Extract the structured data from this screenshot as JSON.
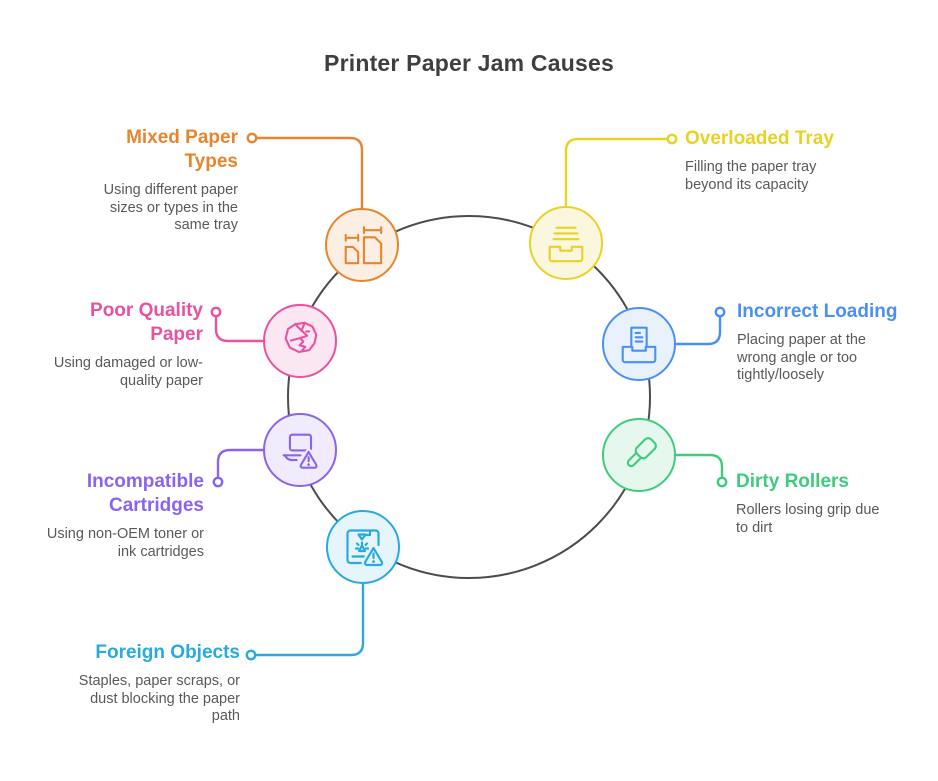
{
  "page_title": "Printer Paper Jam Causes",
  "colors": {
    "background": "#FFFFFF",
    "ring": "#4C4C4C",
    "main_title_text": "#3F3F3F",
    "description_text": "#58595B"
  },
  "nodes": [
    {
      "id": "overloaded-tray",
      "title": "Overloaded Tray",
      "description": "Filling the paper tray\nbeyond its capacity",
      "accent": "#E8D222",
      "fill": "#FBF7DE",
      "icon": "overloaded-tray-icon"
    },
    {
      "id": "incorrect-loading",
      "title": "Incorrect Loading",
      "description": "Placing paper at the\nwrong angle or too\ntightly/loosely",
      "accent": "#4A90F2",
      "fill": "#E9F1FD",
      "icon": "incorrect-loading-icon"
    },
    {
      "id": "dirty-rollers",
      "title": "Dirty Rollers",
      "description": "Rollers losing grip due\nto dirt",
      "accent": "#3FCB7E",
      "fill": "#E6F8EE",
      "icon": "dirty-rollers-icon"
    },
    {
      "id": "foreign-objects",
      "title": "Foreign Objects",
      "description": "Staples, paper scraps, or\ndust blocking the paper\npath",
      "accent": "#29A9DE",
      "fill": "#E5F5FB",
      "icon": "foreign-objects-icon"
    },
    {
      "id": "incompatible-cartridges",
      "title": "Incompatible\nCartridges",
      "description": "Using non-OEM toner or\nink cartridges",
      "accent": "#8A63EE",
      "fill": "#F0ECFD",
      "icon": "incompatible-cartridges-icon"
    },
    {
      "id": "poor-quality-paper",
      "title": "Poor Quality\nPaper",
      "description": "Using damaged or low-\nquality paper",
      "accent": "#E8529F",
      "fill": "#FBE7F2",
      "icon": "poor-quality-paper-icon"
    },
    {
      "id": "mixed-paper-types",
      "title": "Mixed Paper\nTypes",
      "description": "Using different paper\nsizes or types in the\nsame tray",
      "accent": "#E5862F",
      "fill": "#FBEFE3",
      "icon": "mixed-paper-types-icon"
    }
  ]
}
